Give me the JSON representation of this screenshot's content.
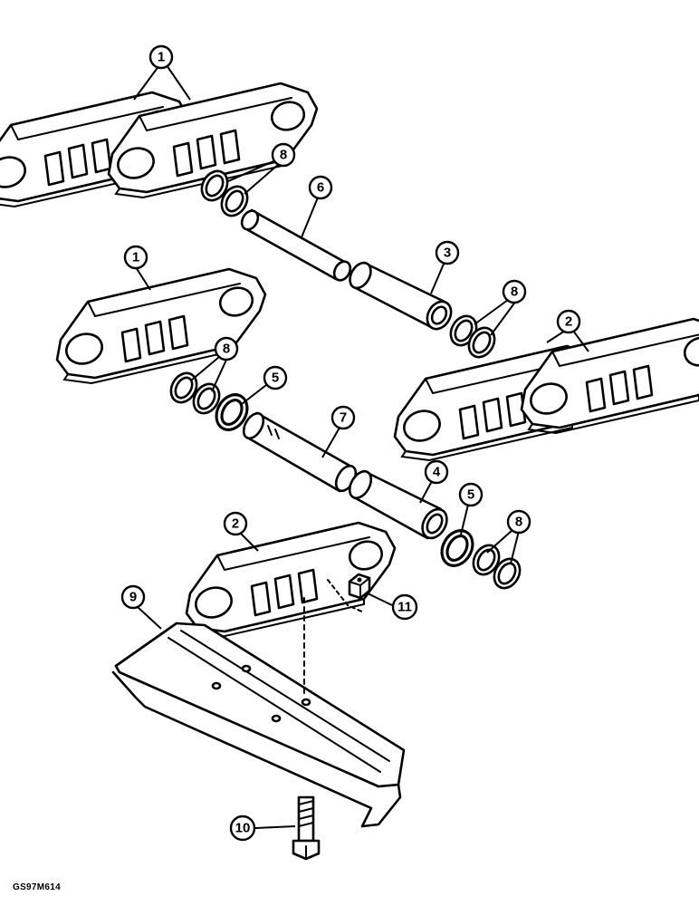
{
  "figure": {
    "reference_code": "GS97M614",
    "callouts": [
      {
        "id": "c1a",
        "number": "1"
      },
      {
        "id": "c8a",
        "number": "8"
      },
      {
        "id": "c6",
        "number": "6"
      },
      {
        "id": "c3",
        "number": "3"
      },
      {
        "id": "c1b",
        "number": "1"
      },
      {
        "id": "c8b",
        "number": "8"
      },
      {
        "id": "c2a",
        "number": "2"
      },
      {
        "id": "c8c",
        "number": "8"
      },
      {
        "id": "c5a",
        "number": "5"
      },
      {
        "id": "c7",
        "number": "7"
      },
      {
        "id": "c4",
        "number": "4"
      },
      {
        "id": "c5b",
        "number": "5"
      },
      {
        "id": "c8d",
        "number": "8"
      },
      {
        "id": "c2b",
        "number": "2"
      },
      {
        "id": "c9",
        "number": "9"
      },
      {
        "id": "c11",
        "number": "11"
      },
      {
        "id": "c10",
        "number": "10"
      }
    ]
  }
}
